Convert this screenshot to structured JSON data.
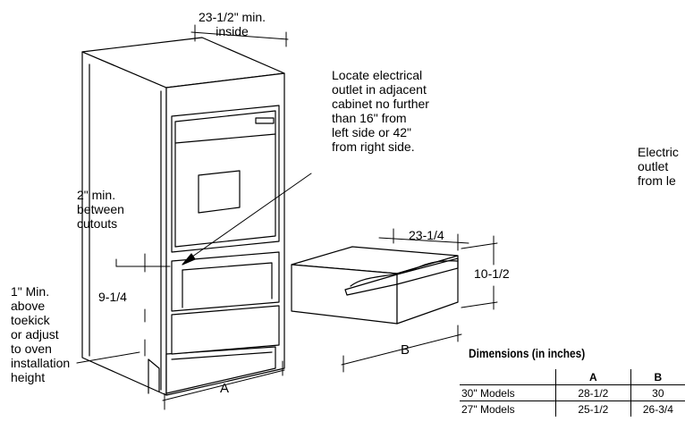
{
  "labels": {
    "inside_width": "23-1/2\" min.\ninside",
    "outlet_note": "Locate electrical\noutlet in adjacent\ncabinet no further\nthan 16\" from\nleft side or 42\"\nfrom right side.",
    "cropped_note": "Electric\noutlet\nfrom le",
    "between_cutouts": "2\" min.\nbetween\ncutouts",
    "drawer_height_cutout": "9-1/4",
    "toekick_note": "1\" Min.\nabove\ntoekick\nor adjust\nto oven\ninstallation\nheight",
    "dim_a": "A",
    "dim_b": "B",
    "drawer_depth": "23-1/4",
    "drawer_height": "10-1/2"
  },
  "table": {
    "title": "Dimensions (in inches)",
    "headers": [
      "",
      "A",
      "B"
    ],
    "rows": [
      {
        "model": "30\" Models",
        "a": "28-1/2",
        "b": "30"
      },
      {
        "model": "27\" Models",
        "a": "25-1/2",
        "b": "26-3/4"
      }
    ]
  }
}
